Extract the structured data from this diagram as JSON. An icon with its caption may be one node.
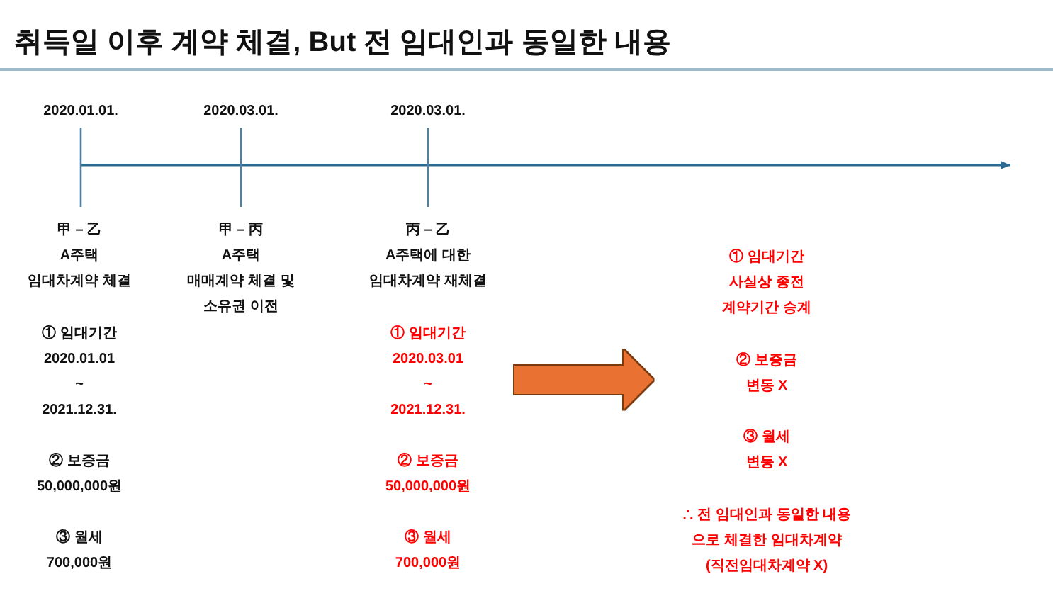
{
  "diagram": {
    "title": "취득일 이후 계약 체결, But 전 임대인과 동일한 내용",
    "nodes": [
      {
        "text": [
          "丙 – 乙",
          "A주택에 대한 임대차계약 재체결",
          "① 임대기간",
          "2020.03.01 ~ 2021.12.31.",
          "② 보증금",
          "50,000,000원",
          "③ 월세",
          "700,000원"
        ]
      },
      {
        "text": [
          "① 임대기간",
          "사실상 종전 계약기간 승계",
          "② 보증금",
          "변동 X",
          "③ 월세",
          "변동 X",
          "∴ 전 임대인과 동일한 내용 으로 체결한 임대차계약",
          "(직전임대차계약 X)"
        ]
      }
    ],
    "edges": [
      {
        "from": 0,
        "to": 1,
        "arrow": "to",
        "color": "#e97132"
      }
    ],
    "labels": [
      "2020.01.01.",
      "2020.03.01.",
      "2020.03.01.",
      "甲 – 乙",
      "A주택",
      "임대차계약 체결",
      "① 임대기간",
      "2020.01.01 ~ 2021.12.31.",
      "② 보증금",
      "50,000,000원",
      "③ 월세",
      "700,000원",
      "甲 – 丙",
      "A주택",
      "매매계약 체결 및 소유권 이전"
    ]
  }
}
